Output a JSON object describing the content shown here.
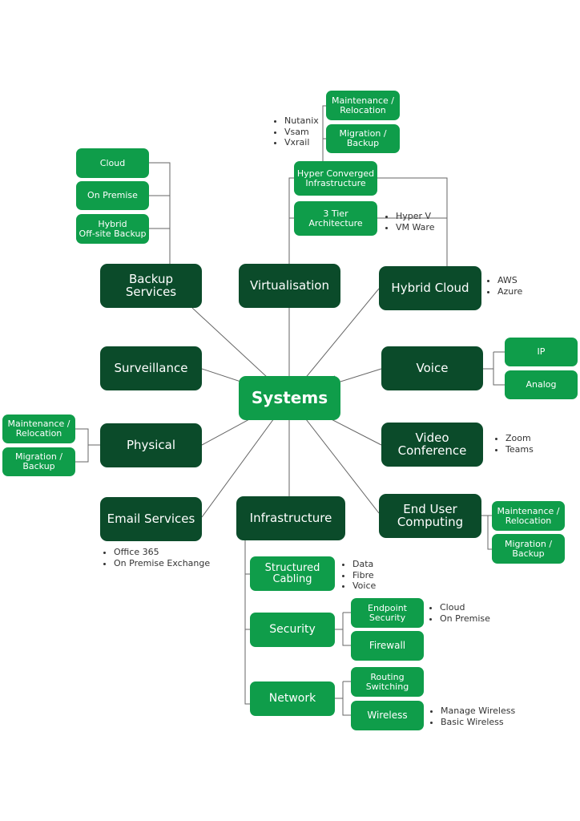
{
  "center": "Systems",
  "virtualisation": {
    "label": "Virtualisation",
    "maint": "Maintenance /\nRelocation",
    "migr": "Migration /\nBackup",
    "hci": "Hyper Converged\nInfrastructure",
    "hci_items": [
      "Nutanix",
      "Vsam",
      "Vxrail"
    ],
    "tier": "3 Tier\nArchitecture",
    "tier_items": [
      "Hyper V",
      "VM Ware"
    ]
  },
  "hybrid": {
    "label": "Hybrid Cloud",
    "items": [
      "AWS",
      "Azure"
    ]
  },
  "backup": {
    "label": "Backup\nServices",
    "cloud": "Cloud",
    "onprem": "On Premise",
    "hybrid": "Hybrid\nOff-site Backup"
  },
  "surveillance": {
    "label": "Surveillance"
  },
  "voice": {
    "label": "Voice",
    "ip": "IP",
    "analog": "Analog"
  },
  "physical": {
    "label": "Physical",
    "maint": "Maintenance /\nRelocation",
    "migr": "Migration /\nBackup"
  },
  "video": {
    "label": "Video\nConference",
    "items": [
      "Zoom",
      "Teams"
    ]
  },
  "email": {
    "label": "Email Services",
    "items": [
      "Office 365",
      "On Premise Exchange"
    ]
  },
  "euc": {
    "label": "End User\nComputing",
    "maint": "Maintenance /\nRelocation",
    "migr": "Migration /\nBackup"
  },
  "infra": {
    "label": "Infrastructure",
    "cabling": "Structured\nCabling",
    "cabling_items": [
      "Data",
      "Fibre",
      "Voice"
    ],
    "security": "Security",
    "endpoint": "Endpoint\nSecurity",
    "endpoint_items": [
      "Cloud",
      "On Premise"
    ],
    "firewall": "Firewall",
    "network": "Network",
    "routing": "Routing\nSwitching",
    "wireless": "Wireless",
    "wireless_items": [
      "Manage Wireless",
      "Basic Wireless"
    ]
  }
}
